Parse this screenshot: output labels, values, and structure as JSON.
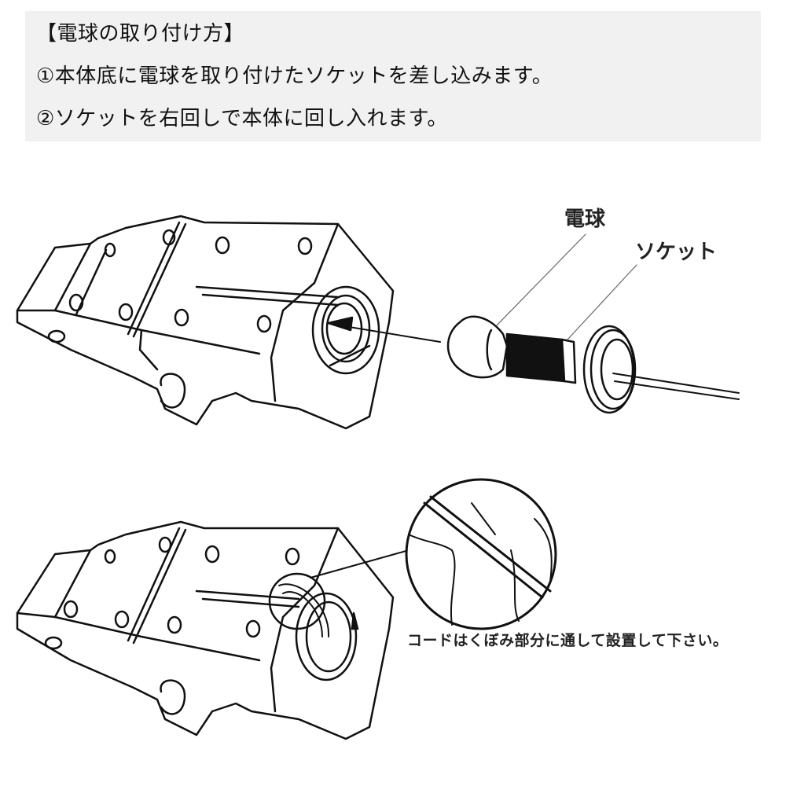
{
  "instructions": {
    "title": "【電球の取り付け方】",
    "steps": [
      "①本体底に電球を取り付けたソケットを差し込みます。",
      "②ソケットを右回しで本体に回し入れます。"
    ]
  },
  "diagram_top": {
    "labels": {
      "bulb": "電球",
      "socket": "ソケット"
    }
  },
  "diagram_bottom": {
    "caption": "コードはくぼみ部分に通して設置して下さい。"
  }
}
